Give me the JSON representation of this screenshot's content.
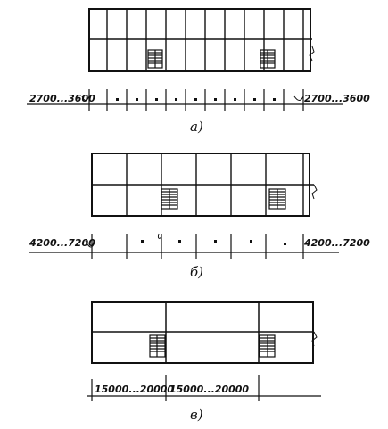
{
  "diagrams": [
    {
      "id": "a",
      "caption": "a)",
      "dim_left": "2700...3600",
      "dim_right": "2700...3600"
    },
    {
      "id": "b",
      "caption": "б)",
      "dim_left": "4200...7200",
      "dim_right": "4200...7200"
    },
    {
      "id": "c",
      "caption": "в)",
      "dim_left": "15000...20000",
      "dim_right": "15000...20000"
    }
  ]
}
